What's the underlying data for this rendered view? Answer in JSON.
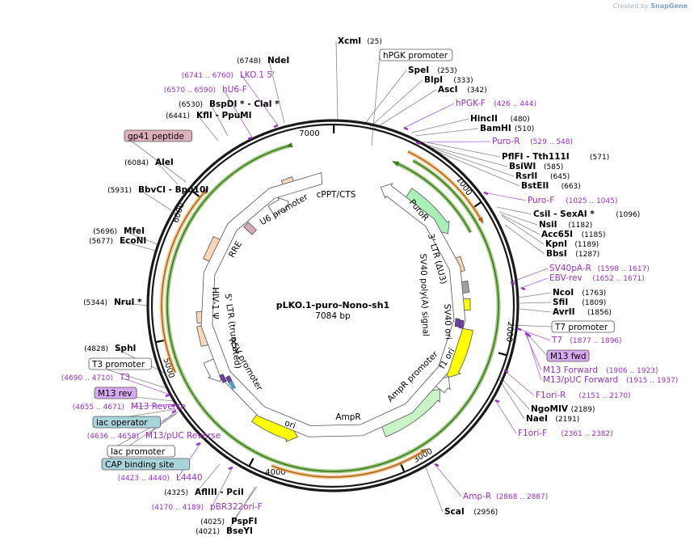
{
  "watermark": {
    "prefix": "Created by",
    "brand": "SnapGene"
  },
  "plasmid": {
    "name": "pLKO.1-puro-Nono-sh1",
    "size": "7084 bp",
    "length": 7084
  },
  "ruler": [
    {
      "pos": 0,
      "label": "7000"
    },
    {
      "pos": 1084,
      "label": "1000"
    },
    {
      "pos": 2084,
      "label": "2000"
    },
    {
      "pos": 3084,
      "label": "3000"
    },
    {
      "pos": 4084,
      "label": "4000"
    },
    {
      "pos": 5084,
      "label": "5000"
    },
    {
      "pos": 6084,
      "label": "6000"
    }
  ],
  "features": [
    {
      "name": "PuroR",
      "type": "arrow-cw",
      "color": "#a8f0b8"
    },
    {
      "name": "3' LTR (ΔU3)",
      "type": "box",
      "color": "#f8d8b8"
    },
    {
      "name": "SV40 poly(A) signal",
      "type": "box",
      "color": "#a0a0a0"
    },
    {
      "name": "SV40 ori",
      "type": "box",
      "color": "#ffff00"
    },
    {
      "name": "f1 ori",
      "type": "arrow-cw",
      "color": "#ffff00"
    },
    {
      "name": "AmpR promoter",
      "type": "arrow-ccw",
      "color": "#ffffff"
    },
    {
      "name": "AmpR",
      "type": "arrow-ccw",
      "color": "#c8f4c8"
    },
    {
      "name": "ori",
      "type": "arrow-ccw",
      "color": "#ffff00"
    },
    {
      "name": "RSV promoter",
      "type": "arrow-ccw",
      "color": "#ffffff"
    },
    {
      "name": "5' LTR (truncated)",
      "type": "box",
      "color": "#f8d8b8"
    },
    {
      "name": "HIV-1 Ψ",
      "type": "box",
      "color": "#f8d8b8"
    },
    {
      "name": "RRE",
      "type": "box",
      "color": "#f8d8b8"
    },
    {
      "name": "gp41 peptide",
      "type": "box",
      "color": "#d8a8b8"
    },
    {
      "name": "U6 promoter",
      "type": "arrow-ccw",
      "color": "#ffffff"
    },
    {
      "name": "cPPT/CTS",
      "type": "box",
      "color": "#f8d8b8"
    },
    {
      "name": "hPGK promoter",
      "type": "arrow-cw",
      "color": "#ffffff"
    }
  ],
  "sites": [
    {
      "name": "XcmI",
      "pos": "(25)",
      "kind": "enzyme"
    },
    {
      "name": "hPGK promoter",
      "pos": "",
      "kind": "boxed-white"
    },
    {
      "name": "SpeI",
      "pos": "(253)",
      "kind": "enzyme"
    },
    {
      "name": "BlpI",
      "pos": "(333)",
      "kind": "enzyme"
    },
    {
      "name": "AscI",
      "pos": "(342)",
      "kind": "enzyme"
    },
    {
      "name": "hPGK-F",
      "pos": "(426 .. 444)",
      "kind": "primer"
    },
    {
      "name": "HincII",
      "pos": "(480)",
      "kind": "enzyme"
    },
    {
      "name": "BamHI",
      "pos": "(510)",
      "kind": "enzyme"
    },
    {
      "name": "Puro-R",
      "pos": "(529 .. 548)",
      "kind": "primer"
    },
    {
      "name": "PflFI - Tth111I",
      "pos": "(571)",
      "kind": "enzyme"
    },
    {
      "name": "BsiWI",
      "pos": "(585)",
      "kind": "enzyme"
    },
    {
      "name": "RsrII",
      "pos": "(645)",
      "kind": "enzyme"
    },
    {
      "name": "BstEII",
      "pos": "(663)",
      "kind": "enzyme"
    },
    {
      "name": "Puro-F",
      "pos": "(1025 .. 1045)",
      "kind": "primer"
    },
    {
      "name": "CsiI - SexAI *",
      "pos": "(1096)",
      "kind": "enzyme"
    },
    {
      "name": "NsiI",
      "pos": "(1182)",
      "kind": "enzyme"
    },
    {
      "name": "Acc65I",
      "pos": "(1185)",
      "kind": "enzyme"
    },
    {
      "name": "KpnI",
      "pos": "(1189)",
      "kind": "enzyme"
    },
    {
      "name": "BbsI",
      "pos": "(1287)",
      "kind": "enzyme"
    },
    {
      "name": "SV40pA-R",
      "pos": "(1598 .. 1617)",
      "kind": "primer"
    },
    {
      "name": "EBV-rev",
      "pos": "(1652 .. 1671)",
      "kind": "primer"
    },
    {
      "name": "NcoI",
      "pos": "(1763)",
      "kind": "enzyme"
    },
    {
      "name": "SfiI",
      "pos": "(1809)",
      "kind": "enzyme"
    },
    {
      "name": "AvrII",
      "pos": "(1856)",
      "kind": "enzyme"
    },
    {
      "name": "T7 promoter",
      "pos": "",
      "kind": "boxed-white"
    },
    {
      "name": "T7",
      "pos": "(1877 .. 1896)",
      "kind": "primer"
    },
    {
      "name": "M13 fwd",
      "pos": "",
      "kind": "boxed-purple"
    },
    {
      "name": "M13 Forward",
      "pos": "(1906 .. 1923)",
      "kind": "primer"
    },
    {
      "name": "M13/pUC Forward",
      "pos": "(1915 .. 1937)",
      "kind": "primer"
    },
    {
      "name": "F1ori-R",
      "pos": "(2151 .. 2170)",
      "kind": "primer"
    },
    {
      "name": "NgoMIV",
      "pos": "(2189)",
      "kind": "enzyme"
    },
    {
      "name": "NaeI",
      "pos": "(2191)",
      "kind": "enzyme"
    },
    {
      "name": "F1ori-F",
      "pos": "(2361 .. 2382)",
      "kind": "primer"
    },
    {
      "name": "Amp-R",
      "pos": "(2868 .. 2887)",
      "kind": "primer"
    },
    {
      "name": "ScaI",
      "pos": "(2956)",
      "kind": "enzyme"
    },
    {
      "name": "BseYI",
      "pos": "(4021)",
      "kind": "enzyme"
    },
    {
      "name": "PspFI",
      "pos": "(4025)",
      "kind": "enzyme"
    },
    {
      "name": "pBR322ori-F",
      "pos": "(4170 .. 4189)",
      "kind": "primer"
    },
    {
      "name": "AflIII - PciI",
      "pos": "(4325)",
      "kind": "enzyme"
    },
    {
      "name": "L4440",
      "pos": "(4423 .. 4440)",
      "kind": "primer"
    },
    {
      "name": "CAP binding site",
      "pos": "",
      "kind": "boxed-blue"
    },
    {
      "name": "lac promoter",
      "pos": "",
      "kind": "boxed-white"
    },
    {
      "name": "M13/pUC Reverse",
      "pos": "(4636 .. 4658)",
      "kind": "primer"
    },
    {
      "name": "lac operator",
      "pos": "",
      "kind": "boxed-blue"
    },
    {
      "name": "M13 Reverse",
      "pos": "(4655 .. 4671)",
      "kind": "primer"
    },
    {
      "name": "M13 rev",
      "pos": "",
      "kind": "boxed-purple"
    },
    {
      "name": "T3",
      "pos": "(4690 .. 4710)",
      "kind": "primer"
    },
    {
      "name": "T3 promoter",
      "pos": "",
      "kind": "boxed-white"
    },
    {
      "name": "SphI",
      "pos": "(4828)",
      "kind": "enzyme"
    },
    {
      "name": "NruI *",
      "pos": "(5344)",
      "kind": "enzyme"
    },
    {
      "name": "EcoNI",
      "pos": "(5677)",
      "kind": "enzyme"
    },
    {
      "name": "MfeI",
      "pos": "(5696)",
      "kind": "enzyme"
    },
    {
      "name": "BbvCI - Bpu10I",
      "pos": "(5931)",
      "kind": "enzyme"
    },
    {
      "name": "AleI",
      "pos": "(6084)",
      "kind": "enzyme"
    },
    {
      "name": "gp41 peptide",
      "pos": "",
      "kind": "boxed-pink"
    },
    {
      "name": "KflI - PpuMI",
      "pos": "(6441)",
      "kind": "enzyme"
    },
    {
      "name": "BspDI * - ClaI *",
      "pos": "(6530)",
      "kind": "enzyme"
    },
    {
      "name": "hU6-F",
      "pos": "(6570 .. 6590)",
      "kind": "primer"
    },
    {
      "name": "LKO.1 5'",
      "pos": "(6741 .. 6760)",
      "kind": "primer"
    },
    {
      "name": "NdeI",
      "pos": "(6748)",
      "kind": "enzyme"
    }
  ],
  "colors": {
    "enzyme": "#000000",
    "primer": "#9b30c8",
    "orf": "#f0a040",
    "puro_orf": "#5aa02a",
    "backbone": "#1a1a1a",
    "tick": "#9b30c8"
  }
}
